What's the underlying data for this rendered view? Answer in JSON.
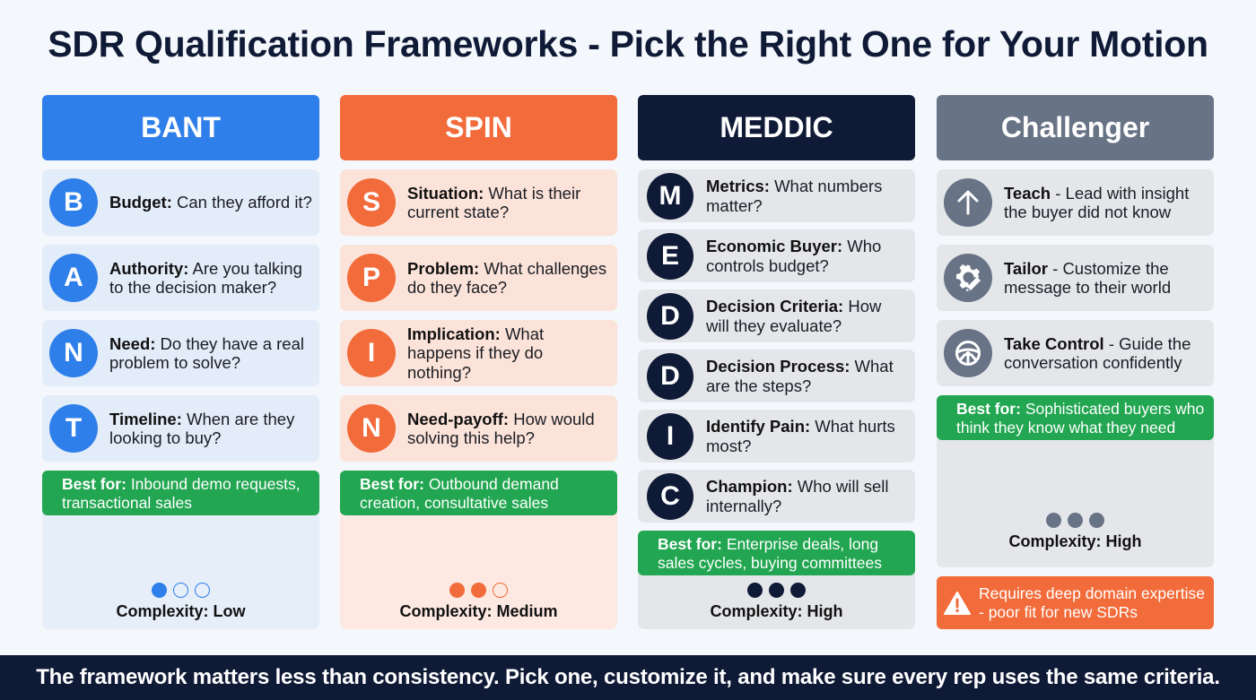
{
  "title": "SDR Qualification Frameworks - Pick the Right One for Your Motion",
  "colors": {
    "bant": "#2f7fea",
    "spin": "#f26b3a",
    "meddic": "#0f1a36",
    "challenger": "#687385",
    "best_for_green": "#22a651",
    "warning_orange": "#f26b3a"
  },
  "frameworks": [
    {
      "name": "BANT",
      "items": [
        {
          "letter": "B",
          "term": "Budget:",
          "desc": " Can they afford it?"
        },
        {
          "letter": "A",
          "term": "Authority:",
          "desc": " Are you talking to the decision maker?"
        },
        {
          "letter": "N",
          "term": "Need:",
          "desc": " Do they have a real problem to solve?"
        },
        {
          "letter": "T",
          "term": "Timeline:",
          "desc": " When are they looking to buy?"
        }
      ],
      "best_for_label": "Best for:",
      "best_for": " Inbound demo requests, transactional sales",
      "complexity_label": "Complexity: Low",
      "complexity_level": 1
    },
    {
      "name": "SPIN",
      "items": [
        {
          "letter": "S",
          "term": "Situation:",
          "desc": " What is their current state?"
        },
        {
          "letter": "P",
          "term": "Problem:",
          "desc": " What challenges do they face?"
        },
        {
          "letter": "I",
          "term": "Implication:",
          "desc": " What happens if they do nothing?"
        },
        {
          "letter": "N",
          "term": "Need-payoff:",
          "desc": " How would solving this help?"
        }
      ],
      "best_for_label": "Best for:",
      "best_for": " Outbound demand creation, consultative sales",
      "complexity_label": "Complexity: Medium",
      "complexity_level": 2
    },
    {
      "name": "MEDDIC",
      "items": [
        {
          "letter": "M",
          "term": "Metrics:",
          "desc": " What numbers matter?"
        },
        {
          "letter": "E",
          "term": "Economic Buyer:",
          "desc": " Who controls budget?"
        },
        {
          "letter": "D",
          "term": "Decision Criteria:",
          "desc": " How will they evaluate?"
        },
        {
          "letter": "D",
          "term": "Decision Process:",
          "desc": " What are the steps?"
        },
        {
          "letter": "I",
          "term": "Identify Pain:",
          "desc": " What hurts most?"
        },
        {
          "letter": "C",
          "term": "Champion:",
          "desc": " Who will sell internally?"
        }
      ],
      "best_for_label": "Best for:",
      "best_for": " Enterprise deals, long sales cycles, buying committees",
      "complexity_label": "Complexity: High",
      "complexity_level": 3
    },
    {
      "name": "Challenger",
      "items": [
        {
          "icon": "arrow-up-icon",
          "term": "Teach",
          "desc": " - Lead with insight the buyer did not know"
        },
        {
          "icon": "gear-pencil-icon",
          "term": "Tailor",
          "desc": " - Customize the message to their world"
        },
        {
          "icon": "steering-wheel-icon",
          "term": "Take Control",
          "desc": " - Guide the conversation confidently"
        }
      ],
      "best_for_label": "Best for:",
      "best_for": " Sophisticated buyers who think they know what they need",
      "complexity_label": "Complexity: High",
      "complexity_level": 3,
      "warning": "Requires deep domain expertise - poor fit for new SDRs"
    }
  ],
  "footer": "The framework matters less than consistency. Pick one, customize it, and make sure every rep uses the same criteria."
}
